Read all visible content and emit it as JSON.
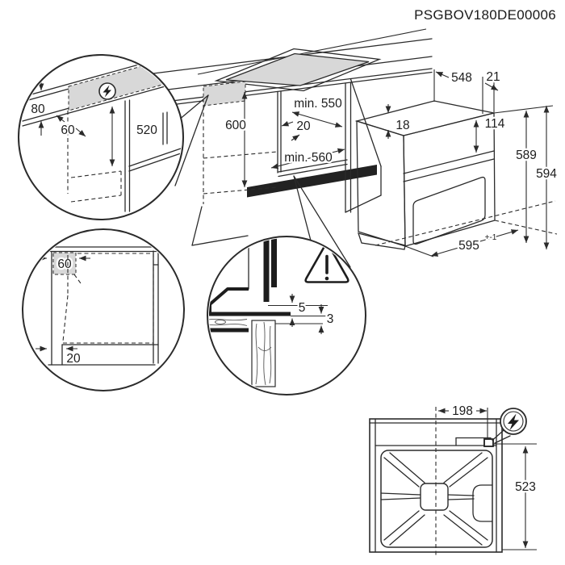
{
  "title": "PSGBOV180DE00006",
  "colors": {
    "line": "#2b2b2b",
    "shade": "#d8d8d8",
    "background": "#ffffff"
  },
  "icons": {
    "electrical": "lightning-in-circle",
    "warning": "exclamation-triangle"
  },
  "cabinet_view": {
    "niche_height": "600",
    "niche_depth": "min. 550",
    "rear_gap": "20",
    "niche_width": "min. 560"
  },
  "oven_view": {
    "body_depth": "548",
    "front_frame": "21",
    "top_clearance": "18",
    "panel_height": "114",
    "body_height": "589",
    "overall_height": "594",
    "width": "595",
    "width_tolerance": "+-1"
  },
  "detail_electrical": {
    "zone_height": "80",
    "zone_offset": "60",
    "zone_drop": "520"
  },
  "detail_side": {
    "corner_clearance": "60",
    "plinth_recess": "20"
  },
  "detail_gap": {
    "top_gap": "5",
    "bottom_gap": "3"
  },
  "rear_view": {
    "connection_offset": "198",
    "connection_height": "523"
  }
}
